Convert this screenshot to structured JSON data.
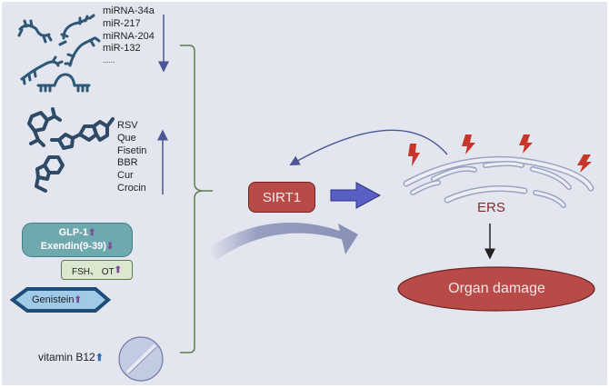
{
  "diagram": {
    "mirna_group": {
      "items": [
        "miRNA-34a",
        "miR-217",
        "miRNA-204",
        "miR-132",
        "......"
      ],
      "trend": "down",
      "icon": "rna-hairpin-icon"
    },
    "compound_group": {
      "items": [
        "RSV",
        "Que",
        "Fisetin",
        "BBR",
        "Cur",
        "Crocin"
      ],
      "trend": "up",
      "icon": "molecule-structure-icon"
    },
    "glp_box": {
      "line1": "GLP-1",
      "line1_arrow": "⬆",
      "line2": "Exendin(9-39)",
      "line2_arrow": "⬇"
    },
    "fsh_box": {
      "label": "FSH、 OT",
      "arrow": "⬆"
    },
    "genistein": {
      "label": "Genistein",
      "arrow": "⬆"
    },
    "vitamin": {
      "label": "vitamin B12",
      "arrow": "⬆",
      "icon": "pill-icon"
    },
    "sirt1": {
      "label": "SIRT1"
    },
    "ers": {
      "label": "ERS",
      "icon": "endoplasmic-reticulum-icon",
      "stress_icon": "lightning-bolt-icon"
    },
    "outcome": {
      "label": "Organ damage"
    },
    "colors": {
      "background": "#e3e6ee",
      "sirt1_fill": "#b84a48",
      "organ_fill": "#b84a48",
      "arrow_blue": "#5a5fc4",
      "bracket_green": "#5f7a4f",
      "glp_fill": "#6fa8ad",
      "genistein_fill": "#9fcbe8",
      "lightning_red": "#c8352a",
      "molecule_navy": "#2f4a66"
    }
  }
}
